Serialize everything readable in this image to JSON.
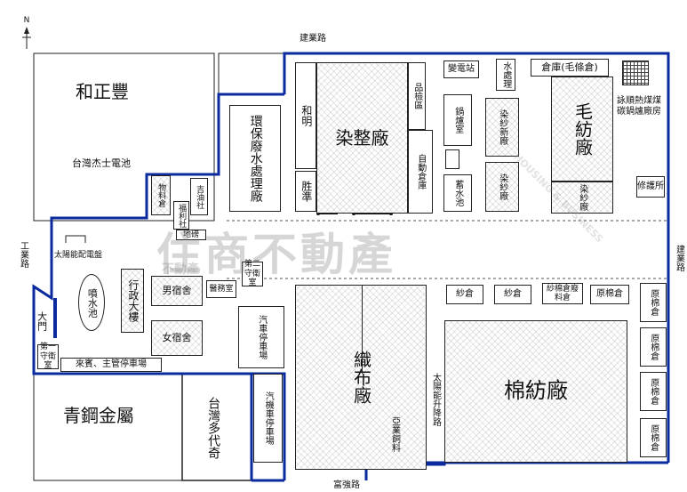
{
  "compass": {
    "letter": "N"
  },
  "roads": {
    "top": "建業路",
    "bottom": "富強路",
    "left": "工業路",
    "right": "建業路"
  },
  "buildings": {
    "hezheng": "和正豐",
    "taiwan_battery": "台灣杰士電池",
    "qinggang": "青鋼金屬",
    "taiwan_duodai": "台灣多代奇",
    "material_warehouse": "物料倉",
    "welfare": "福利社",
    "guard_left": "吉油社",
    "scale": "地磅",
    "solar_panel": "太陽能配電盤",
    "water_tower": "噴水池",
    "admin": "行政大樓",
    "male_dorm": "男宿舍",
    "female_dorm": "女宿舍",
    "clinic": "醫務室",
    "guard2": "第二守衛室",
    "car_park": "汽車停車場",
    "moto_park": "汽機車停車場",
    "main_gate": "大門",
    "guard1": "第一守衛室",
    "visitor_parking": "來賓、主管停車場",
    "env_protection": "環保廢水處理廠",
    "heming": "和明",
    "shengzhun": "胜準",
    "dyeing": "染整廠",
    "qc": "品檢區",
    "auto_warehouse": "自動倉庫",
    "substation": "變電站",
    "boiler": "鍋爐室",
    "fire_pool": "蓄水池",
    "water_treat": "水處理",
    "dye_new": "染紗新廠",
    "dye_yarn": "染紗廠",
    "warehouse_wool": "倉庫(毛條倉)",
    "wool_factory": "毛紡廠",
    "dye_yarn2": "染紗廠",
    "coal_label": "詠順熱煤煤碳鍋爐廠房",
    "repair": "修護所",
    "weaving": "織布廠",
    "yarn_wh1": "紗倉",
    "yarn_wh2": "紗倉",
    "waste_wh": "紗棉倉廢料倉",
    "raw_cotton": "原棉倉",
    "raw_cotton2": "原棉倉",
    "raw_cotton3": "原棉倉",
    "raw_cotton4": "原棉倉",
    "raw_cotton5": "原棉倉",
    "cotton_factory": "棉紡廠",
    "solar_elevator": "太陽能升降路",
    "asia_feed": "亞業飼料"
  },
  "watermark": {
    "main": "住商不動產",
    "logo_sub": "不動產",
    "tag": "HOUSING & BUSINESS"
  },
  "colors": {
    "boundary": "#0a2a9e",
    "line": "#222222"
  }
}
